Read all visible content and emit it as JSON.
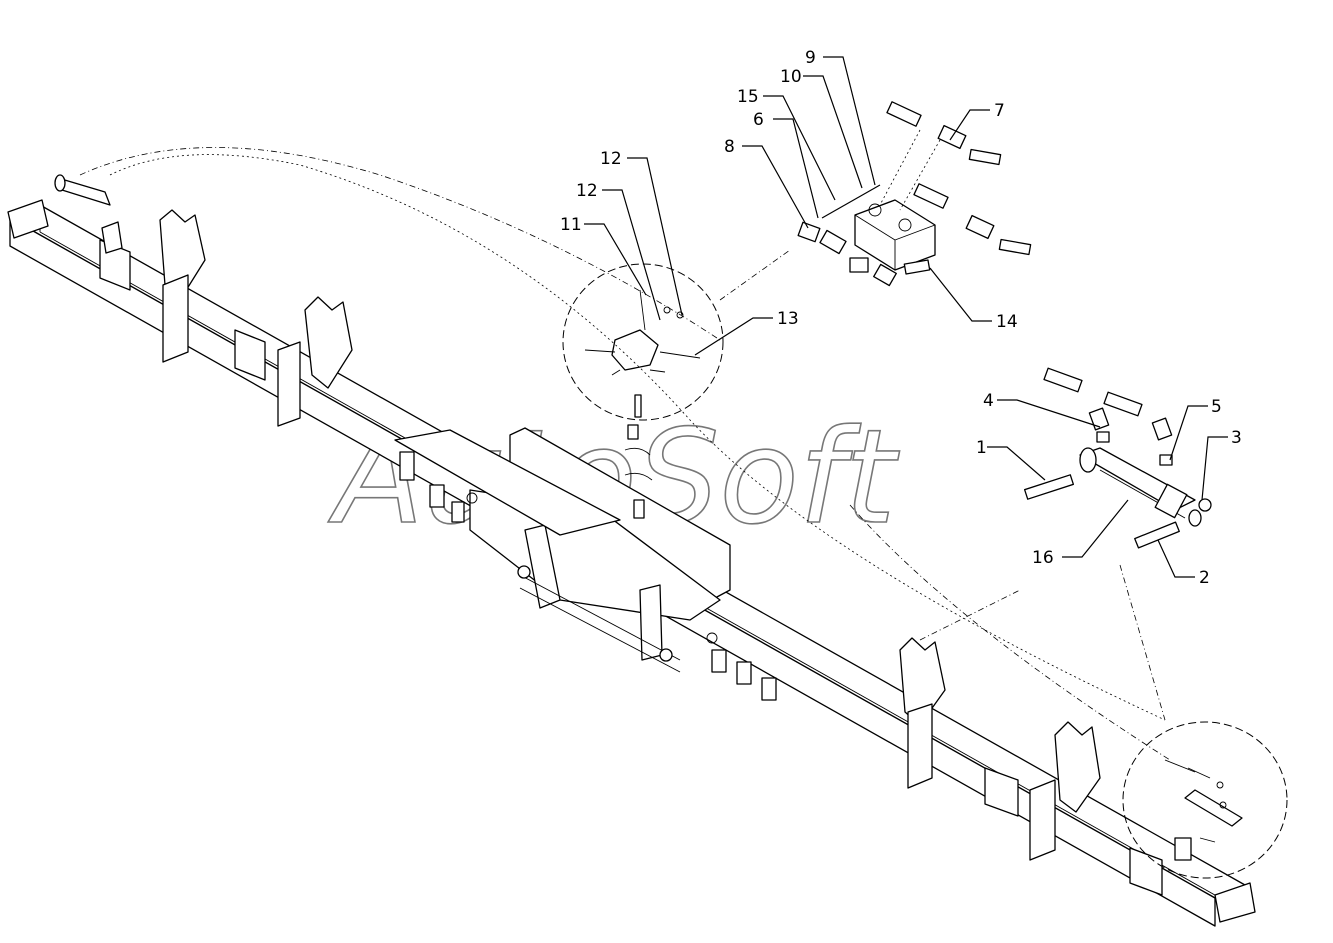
{
  "watermark": "AutoSoft",
  "callouts": {
    "c1": "1",
    "c2": "2",
    "c3": "3",
    "c4": "4",
    "c5": "5",
    "c6": "6",
    "c7": "7",
    "c8": "8",
    "c9": "9",
    "c10": "10",
    "c11": "11",
    "c12a": "12",
    "c12b": "12",
    "c13": "13",
    "c14": "14",
    "c15": "15",
    "c16": "16"
  },
  "colors": {
    "line": "#000000",
    "watermark": "#777777",
    "background": "#ffffff"
  }
}
